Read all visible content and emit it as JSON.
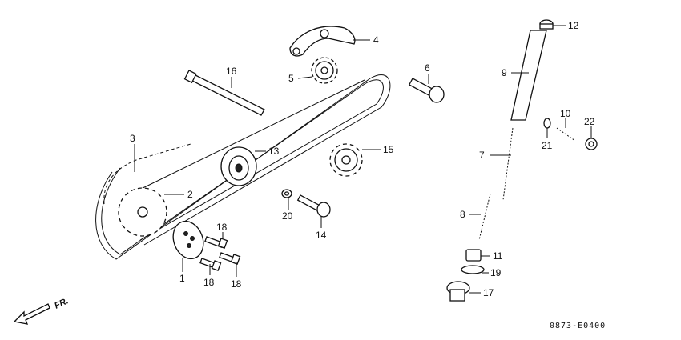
{
  "diagram_code": "0873-E0400",
  "direction_label": "FR.",
  "callouts": {
    "c1": "1",
    "c2": "2",
    "c3": "3",
    "c4": "4",
    "c5": "5",
    "c6": "6",
    "c7": "7",
    "c8": "8",
    "c9": "9",
    "c10": "10",
    "c11": "11",
    "c12": "12",
    "c13": "13",
    "c14": "14",
    "c15": "15",
    "c16": "16",
    "c17": "17",
    "c18a": "18",
    "c18b": "18",
    "c18c": "18",
    "c19": "19",
    "c20": "20",
    "c21": "21",
    "c22": "22"
  }
}
